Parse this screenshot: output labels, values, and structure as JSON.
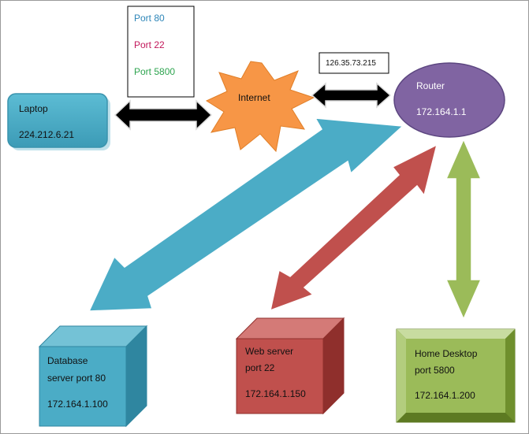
{
  "ports_box": {
    "port_80": "Port 80",
    "port_22": "Port 22",
    "port_5800": "Port 5800"
  },
  "laptop": {
    "label": "Laptop",
    "ip": "224.212.6.21"
  },
  "internet": {
    "label": "Internet",
    "public_ip": "126.35.73.215"
  },
  "router": {
    "label": "Router",
    "ip": "172.164.1.1"
  },
  "database_server": {
    "line1": "Database",
    "line2": "server port 80",
    "ip": "172.164.1.100"
  },
  "web_server": {
    "line1": "Web server",
    "line2": "port 22",
    "ip": "172.164.1.150"
  },
  "home_desktop": {
    "line1": "Home Desktop",
    "line2": "port 5800",
    "ip": "172.164.1.200"
  },
  "colors": {
    "port80_text": "#2e86b8",
    "port22_text": "#c2185b",
    "port5800_text": "#2ea44f",
    "laptop_fill": "#4bacc6",
    "internet_fill": "#f79646",
    "router_fill": "#8064a2",
    "database_fill": "#4bacc6",
    "web_fill": "#c0504d",
    "desktop_fill": "#9bbb59",
    "link_arrow": "#000000"
  }
}
